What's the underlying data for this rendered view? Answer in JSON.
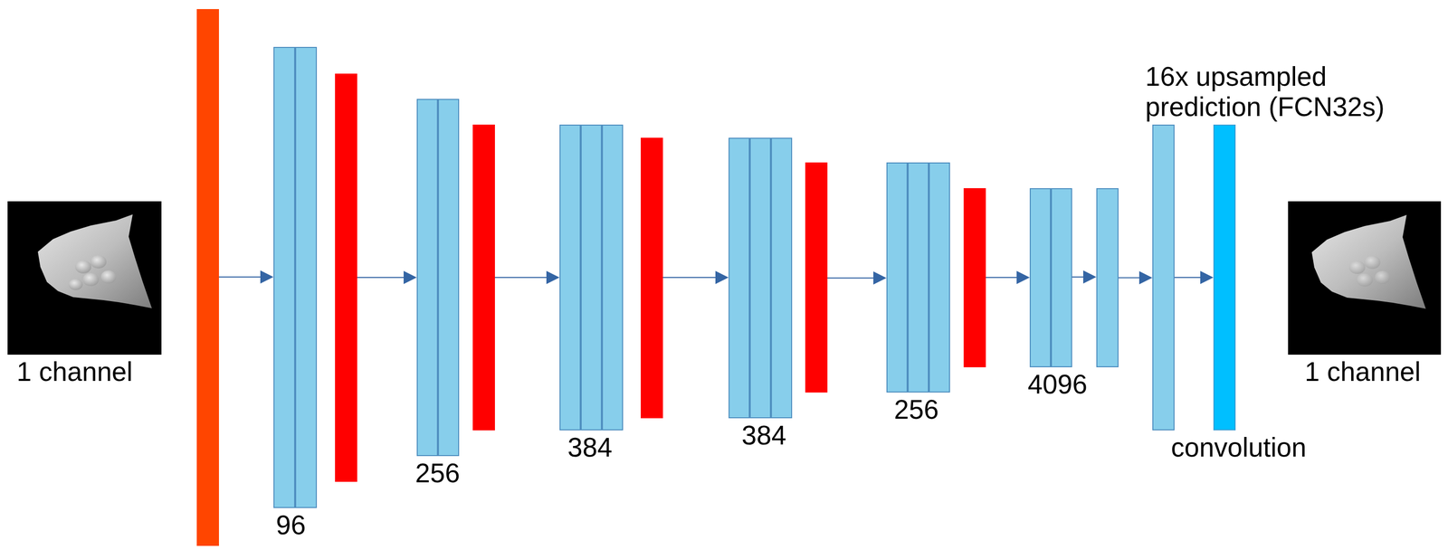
{
  "diagram": {
    "nodes": [
      {
        "text": [
          "1 channel"
        ]
      },
      {
        "text": [
          "96"
        ]
      },
      {
        "text": [
          "256"
        ]
      },
      {
        "text": [
          "384"
        ]
      },
      {
        "text": [
          "384"
        ]
      },
      {
        "text": [
          "256"
        ]
      },
      {
        "text": [
          "4096"
        ]
      },
      {
        "text": [
          "16x upsampled prediction (FCN32s)"
        ]
      },
      {
        "text": [
          "convolution"
        ]
      },
      {
        "text": [
          "1 channel"
        ]
      }
    ],
    "edges": [
      {
        "from": 1,
        "to": 2,
        "arrow": "to"
      },
      {
        "from": 2,
        "to": 3,
        "arrow": "to"
      },
      {
        "from": 3,
        "to": 4,
        "arrow": "to"
      },
      {
        "from": 4,
        "to": 5,
        "arrow": "to"
      },
      {
        "from": 5,
        "to": 6,
        "arrow": "to"
      },
      {
        "from": 6,
        "to": 7,
        "arrow": "to"
      },
      {
        "from": 7,
        "to": 8,
        "arrow": "to"
      }
    ]
  }
}
